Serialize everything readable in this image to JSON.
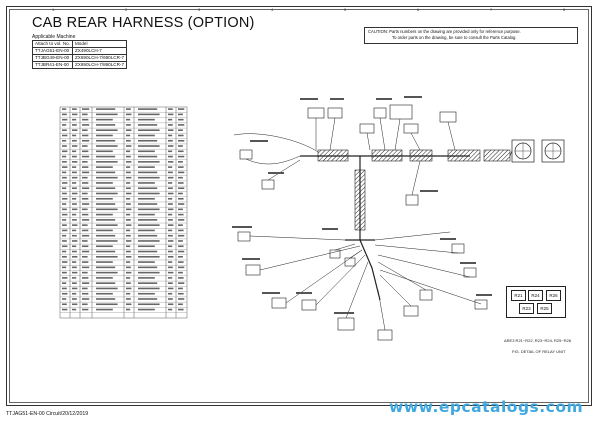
{
  "header": {
    "title": "CAB REAR HARNESS (OPTION)",
    "applicable_label": "Applicable Machine"
  },
  "applicability": {
    "columns": [
      "Attach to vol. No.",
      "Model"
    ],
    "rows": [
      [
        "TTJAG51-EN-00",
        "ZX490LCH-7"
      ],
      [
        "TTJBG49-EN-00",
        "ZX690LCH-7/690LCR-7"
      ],
      [
        "TTJBR41-EN-00",
        "ZX890LCH-7/890LCR-7"
      ]
    ]
  },
  "caution": {
    "line1": "CAUTION: Parts numbers on the drawing are provided only for reference purpose.",
    "line2": "To order parts on the drawing, be sure to consult the Parts Catalog."
  },
  "relay_detail": {
    "relays": [
      "R21",
      "R24",
      "R26",
      "R23",
      "R25"
    ],
    "note1": "ARE3 R21~R22, R23~R24, R25~R26",
    "note2": "FIG. DETAIL OF RELAY UNIT"
  },
  "footer": {
    "doc_ref": "TTJAG51-EN-00 Circuit/20/12/2019"
  },
  "watermark": {
    "text": "www.epcatalogs.com"
  },
  "border_numbers": [
    "1",
    "2",
    "3",
    "4",
    "5",
    "6",
    "7",
    "8"
  ]
}
